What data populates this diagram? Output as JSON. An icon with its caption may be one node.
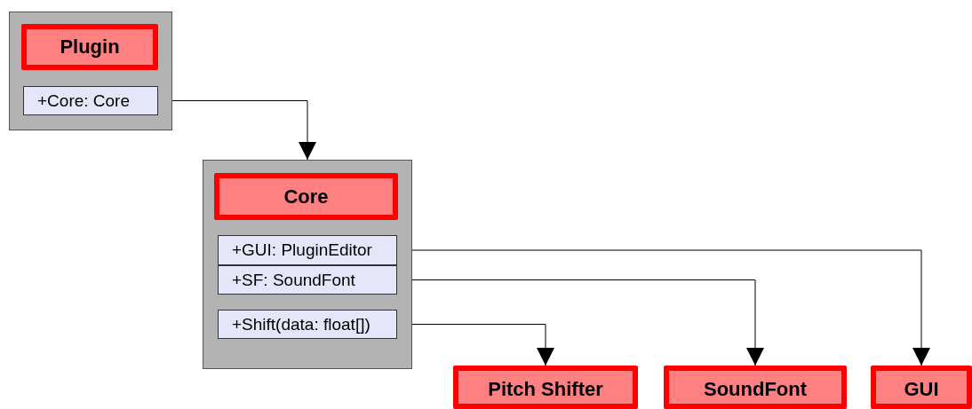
{
  "diagram": {
    "nodes": [
      {
        "text": [],
        "shape": "box"
      },
      {
        "text": [
          "Plugin"
        ],
        "in": 0
      },
      {
        "text": [
          "+Core: Core"
        ],
        "in": 0
      },
      {
        "text": [],
        "shape": "box"
      },
      {
        "text": [
          "Core"
        ],
        "in": 3
      },
      {
        "text": [
          "+GUI: PluginEditor"
        ],
        "in": 3
      },
      {
        "text": [
          "+SF: SoundFont"
        ],
        "in": 3
      },
      {
        "text": [
          "+Shift(data: float[])"
        ],
        "in": 3
      },
      {
        "text": [
          "Pitch Shifter"
        ]
      },
      {
        "text": [
          "SoundFont"
        ]
      },
      {
        "text": [
          "GUI"
        ]
      }
    ],
    "edges": [
      {
        "from": 2,
        "to": 3,
        "arrow": "to"
      },
      {
        "from": 5,
        "to": 10,
        "arrow": "to"
      },
      {
        "from": 6,
        "to": 9,
        "arrow": "to"
      },
      {
        "from": 7,
        "to": 8,
        "arrow": "to"
      }
    ]
  }
}
